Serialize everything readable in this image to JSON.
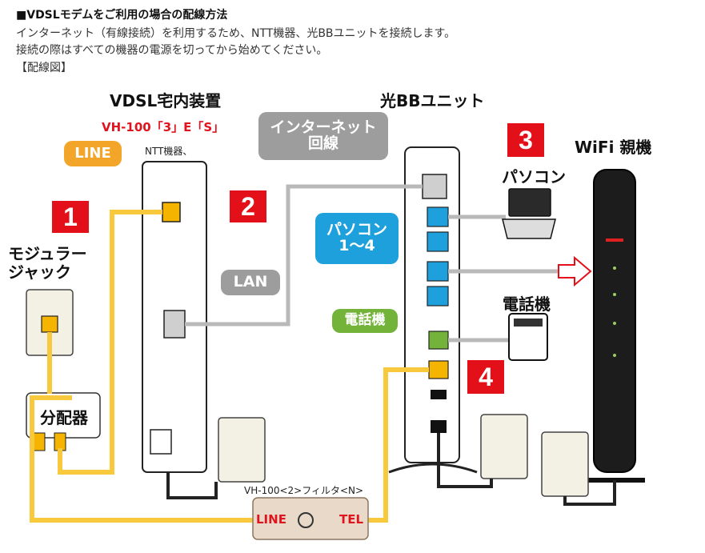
{
  "header": {
    "title": "■VDSLモデムをご利用の場合の配線方法",
    "line1": "インターネット（有線接続）を利用するため、NTT機器、光BBユニットを接続します。",
    "line2": "接続の際はすべての機器の電源を切ってから始めてください。",
    "line3": "【配線図】"
  },
  "labels": {
    "vdsl_device": "VDSL宅内装置",
    "vdsl_model": "VH-100「3」E「S」",
    "ntt": "NTT機器、",
    "hikari_bb": "光BBユニット",
    "wifi": "WiFi 親機",
    "pc": "パソコン",
    "phone": "電話機",
    "modular_jack": "モジュラー\nジャック",
    "splitter": "分配器",
    "filter_name": "VH-100<2>フィルタ<N>",
    "filter_line": "LINE",
    "filter_tel": "TEL"
  },
  "callouts": {
    "line": "LINE",
    "internet": "インターネット\n回線",
    "lan": "LAN",
    "pc_ports": "パソコン\n1〜4",
    "phone": "電話機"
  },
  "steps": [
    "1",
    "2",
    "3",
    "4"
  ]
}
